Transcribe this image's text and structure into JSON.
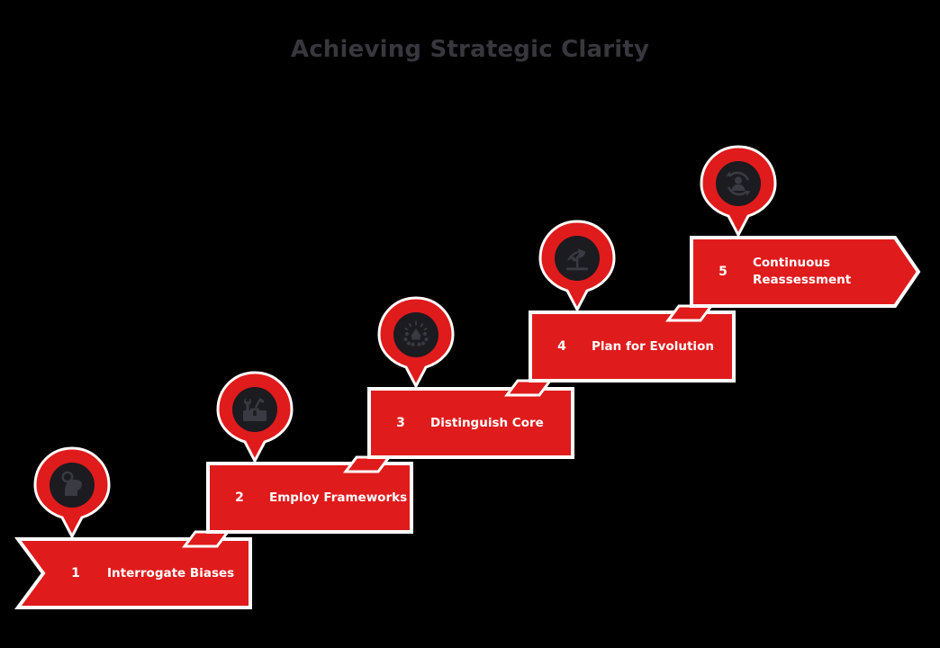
{
  "page": {
    "title": "Achieving Strategic Clarity",
    "background_color": "#000000",
    "title_color": "#37373d",
    "accent_color": "#e01b1c",
    "banner_outline_color": "#ffffff",
    "icon_disc_color": "#1b1b20",
    "icon_glyph_color": "#3a3a42",
    "text_color": "#ffffff"
  },
  "diagram": {
    "type": "ascending-staircase-process",
    "step_count": 5,
    "steps": [
      {
        "number": "1",
        "label": "Interrogate Biases",
        "icon": "head-with-magnifier-icon",
        "banner_shape": "notched-left-flat-right"
      },
      {
        "number": "2",
        "label": "Employ Frameworks",
        "icon": "toolbox-with-tools-icon",
        "banner_shape": "rectangle-with-tail"
      },
      {
        "number": "3",
        "label": "Distinguish Core",
        "icon": "core-network-nodes-icon",
        "banner_shape": "rectangle-with-tail"
      },
      {
        "number": "4",
        "label": "Plan for Evolution",
        "icon": "growing-plant-icon",
        "banner_shape": "rectangle-with-tail"
      },
      {
        "number": "5",
        "label": "Continuous\nReassessment",
        "icon": "person-refresh-cycle-icon",
        "banner_shape": "arrow-right-with-tail"
      }
    ]
  }
}
